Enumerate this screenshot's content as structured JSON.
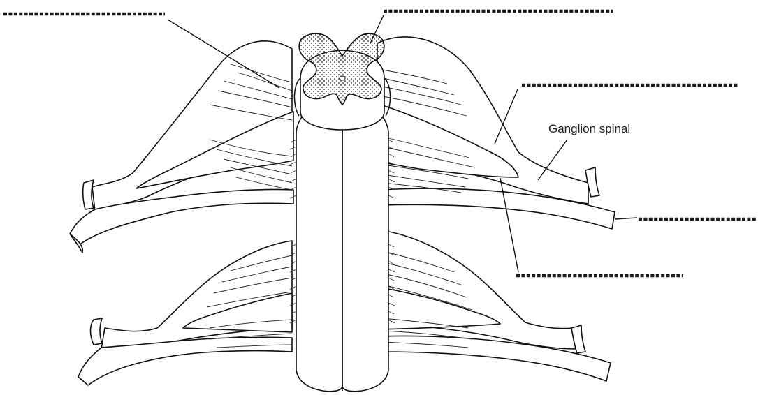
{
  "labels": {
    "ganglion": "Ganglion spinal"
  },
  "blanks": [
    {
      "id": "blank-top-left"
    },
    {
      "id": "blank-top-center"
    },
    {
      "id": "blank-right-upper"
    },
    {
      "id": "blank-right-middle"
    },
    {
      "id": "blank-right-lower"
    }
  ],
  "colors": {
    "ink": "#111111",
    "paper": "#ffffff"
  }
}
